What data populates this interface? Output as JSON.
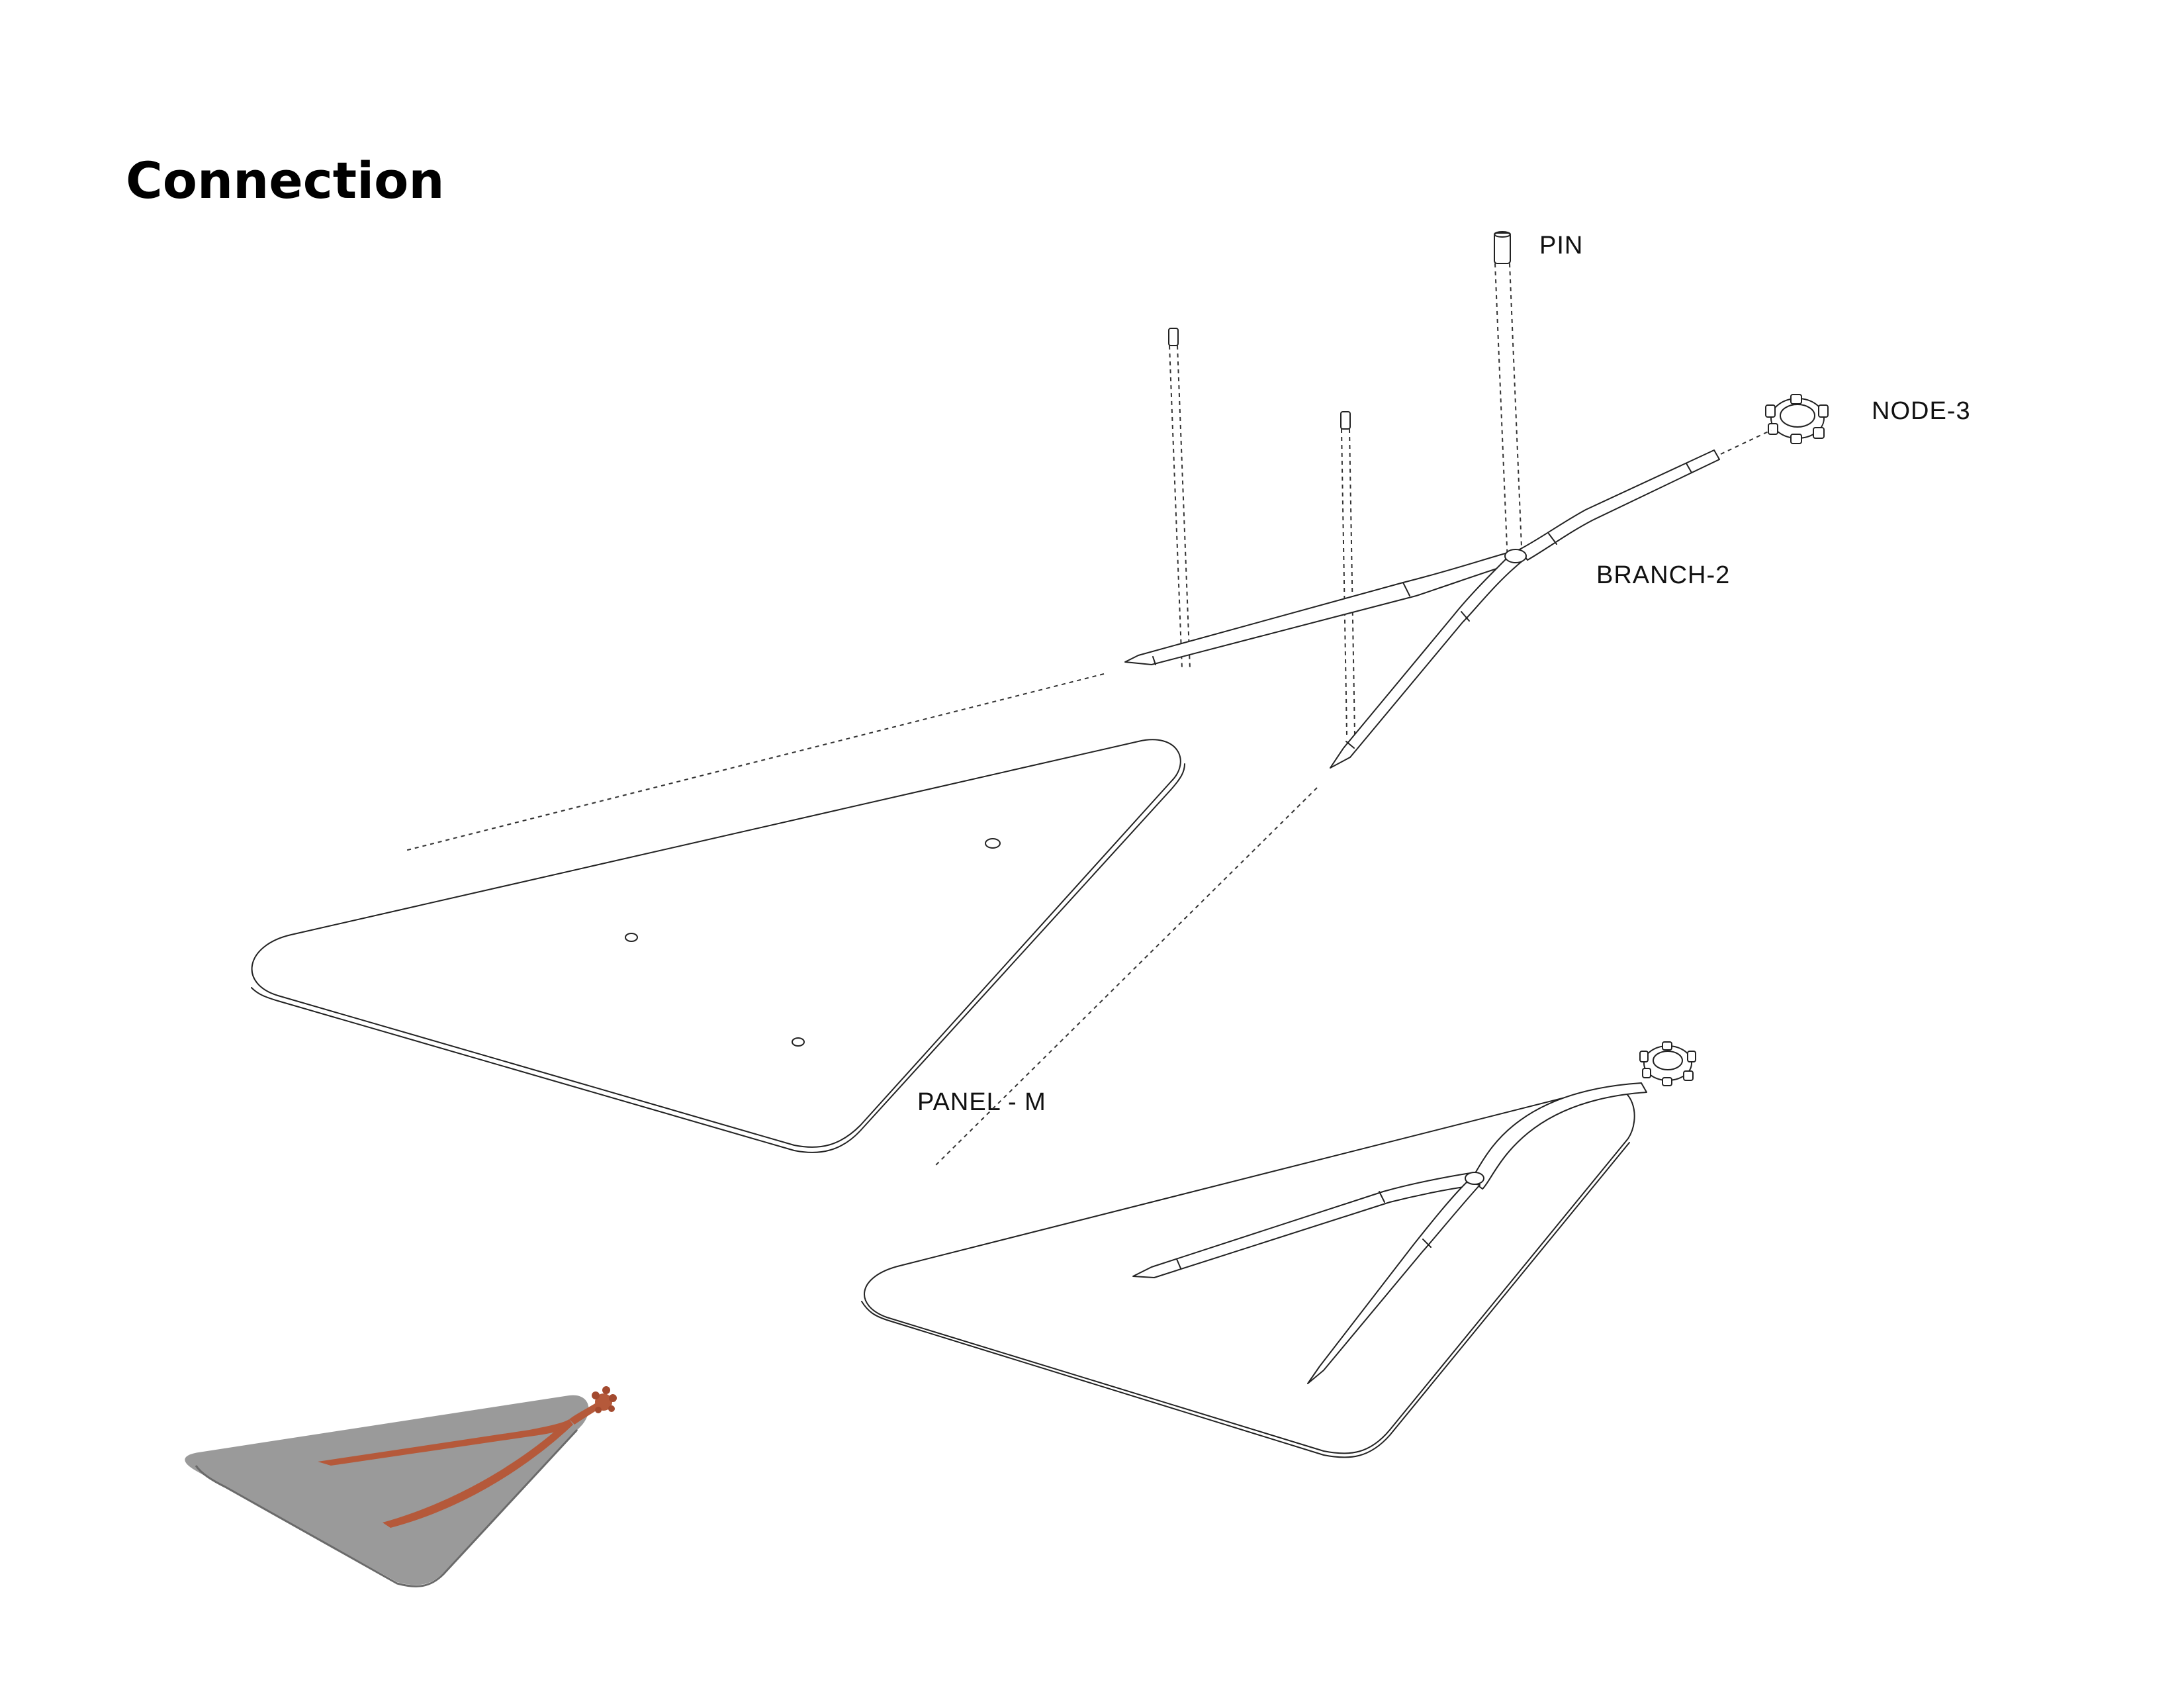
{
  "title": "Connection",
  "labels": {
    "pin": "PIN",
    "node": "NODE-3",
    "branch": "BRANCH-2",
    "panel": "PANEL - M"
  },
  "colors": {
    "line": "#222222",
    "shadow_panel": "#9a9a9a",
    "branch_render": "#b5593a"
  }
}
